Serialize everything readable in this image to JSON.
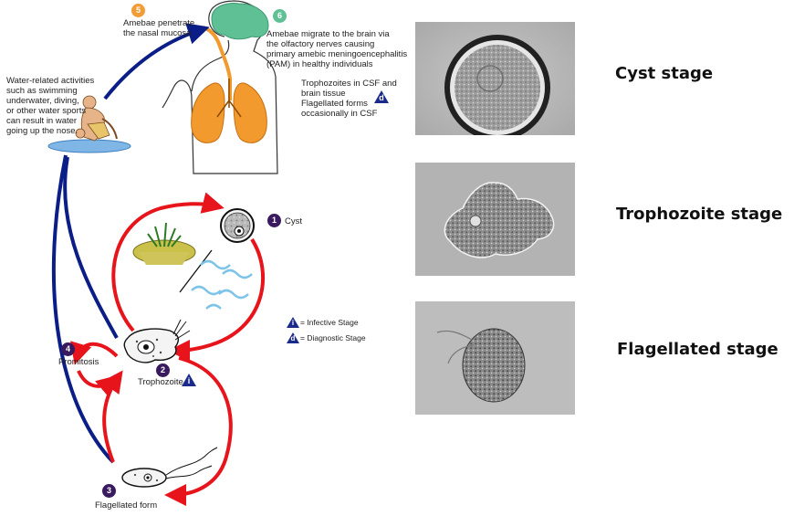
{
  "steps": {
    "cyst": {
      "number": "1",
      "label": "Cyst"
    },
    "trophozoite": {
      "number": "2",
      "label": "Trophozoite"
    },
    "flagellated": {
      "number": "3",
      "label": "Flagellated form"
    },
    "promitosis": {
      "number": "4",
      "label": "Promitosis"
    },
    "penetrate": {
      "number": "5",
      "line1": "Amebae penetrate",
      "line2": "the nasal mucosa"
    },
    "migrate": {
      "number": "6",
      "line1": "Amebae migrate to the brain via",
      "line2": "the olfactory nerves causing",
      "line3": "primary amebic meningoencephalitis",
      "line4": "(PAM) in healthy individuals"
    }
  },
  "water_note": {
    "line1": "Water-related activities",
    "line2": "such as swimming",
    "line3": "underwater, diving,",
    "line4": "or other water sports",
    "line5": "can result in water",
    "line6": "going up the nose."
  },
  "csf_note": {
    "line1": "Trophozoites in CSF and",
    "line2": "brain tissue",
    "line3": "Flagellated forms",
    "line4": "occasionally in CSF",
    "marker": "d"
  },
  "legend": {
    "infective_marker": "i",
    "infective_label": "= Infective Stage",
    "diagnostic_marker": "d",
    "diagnostic_label": "= Diagnostic Stage"
  },
  "trophozoite_marker": "i",
  "photo_labels": {
    "cyst": "Cyst stage",
    "trophozoite": "Trophozoite stage",
    "flagellated": "Flagellated stage"
  },
  "colors": {
    "red_arrow": "#e8141b",
    "blue_arrow": "#0b1d86",
    "lungs": "#f39a2e",
    "brain": "#5fbf95",
    "marker_triangle": "#1a2a8a"
  }
}
